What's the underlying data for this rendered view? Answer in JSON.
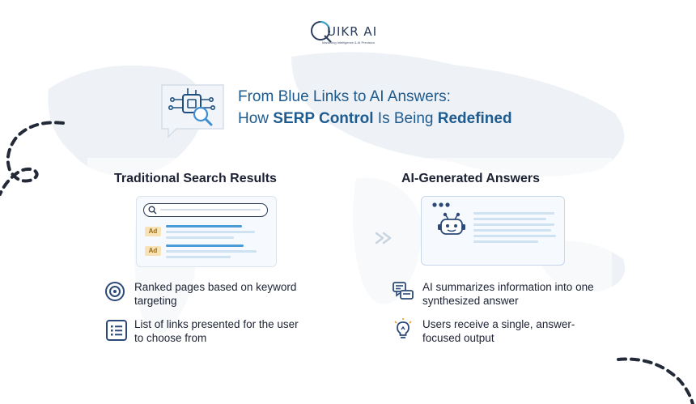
{
  "logo": {
    "wordmark": "UIKR AI",
    "tagline": "Marketing Intelligence & AI Precision"
  },
  "header": {
    "title_line1": "From Blue Links to AI Answers:",
    "title_line2_prefix": "How",
    "title_line2_bold1": "SERP Control",
    "title_line2_mid": "Is Being",
    "title_line2_bold2": "Redefined"
  },
  "left": {
    "heading": "Traditional Search Results",
    "ad_label": "Ad",
    "points": [
      {
        "text": "Ranked pages based on keyword targeting",
        "icon": "target-icon"
      },
      {
        "text": "List of links presented for the user to choose from",
        "icon": "list-icon"
      }
    ]
  },
  "right": {
    "heading": "AI-Generated Answers",
    "points": [
      {
        "text": "AI summarizes information into one synthesized answer",
        "icon": "chat-icon"
      },
      {
        "text": "Users receive a single, answer-focused output",
        "icon": "lightbulb-icon"
      }
    ]
  },
  "colors": {
    "title_blue": "#1e5b8f",
    "accent_blue": "#4a9bd6",
    "ad_bg": "#f7e2b6",
    "dark": "#1c2233"
  }
}
